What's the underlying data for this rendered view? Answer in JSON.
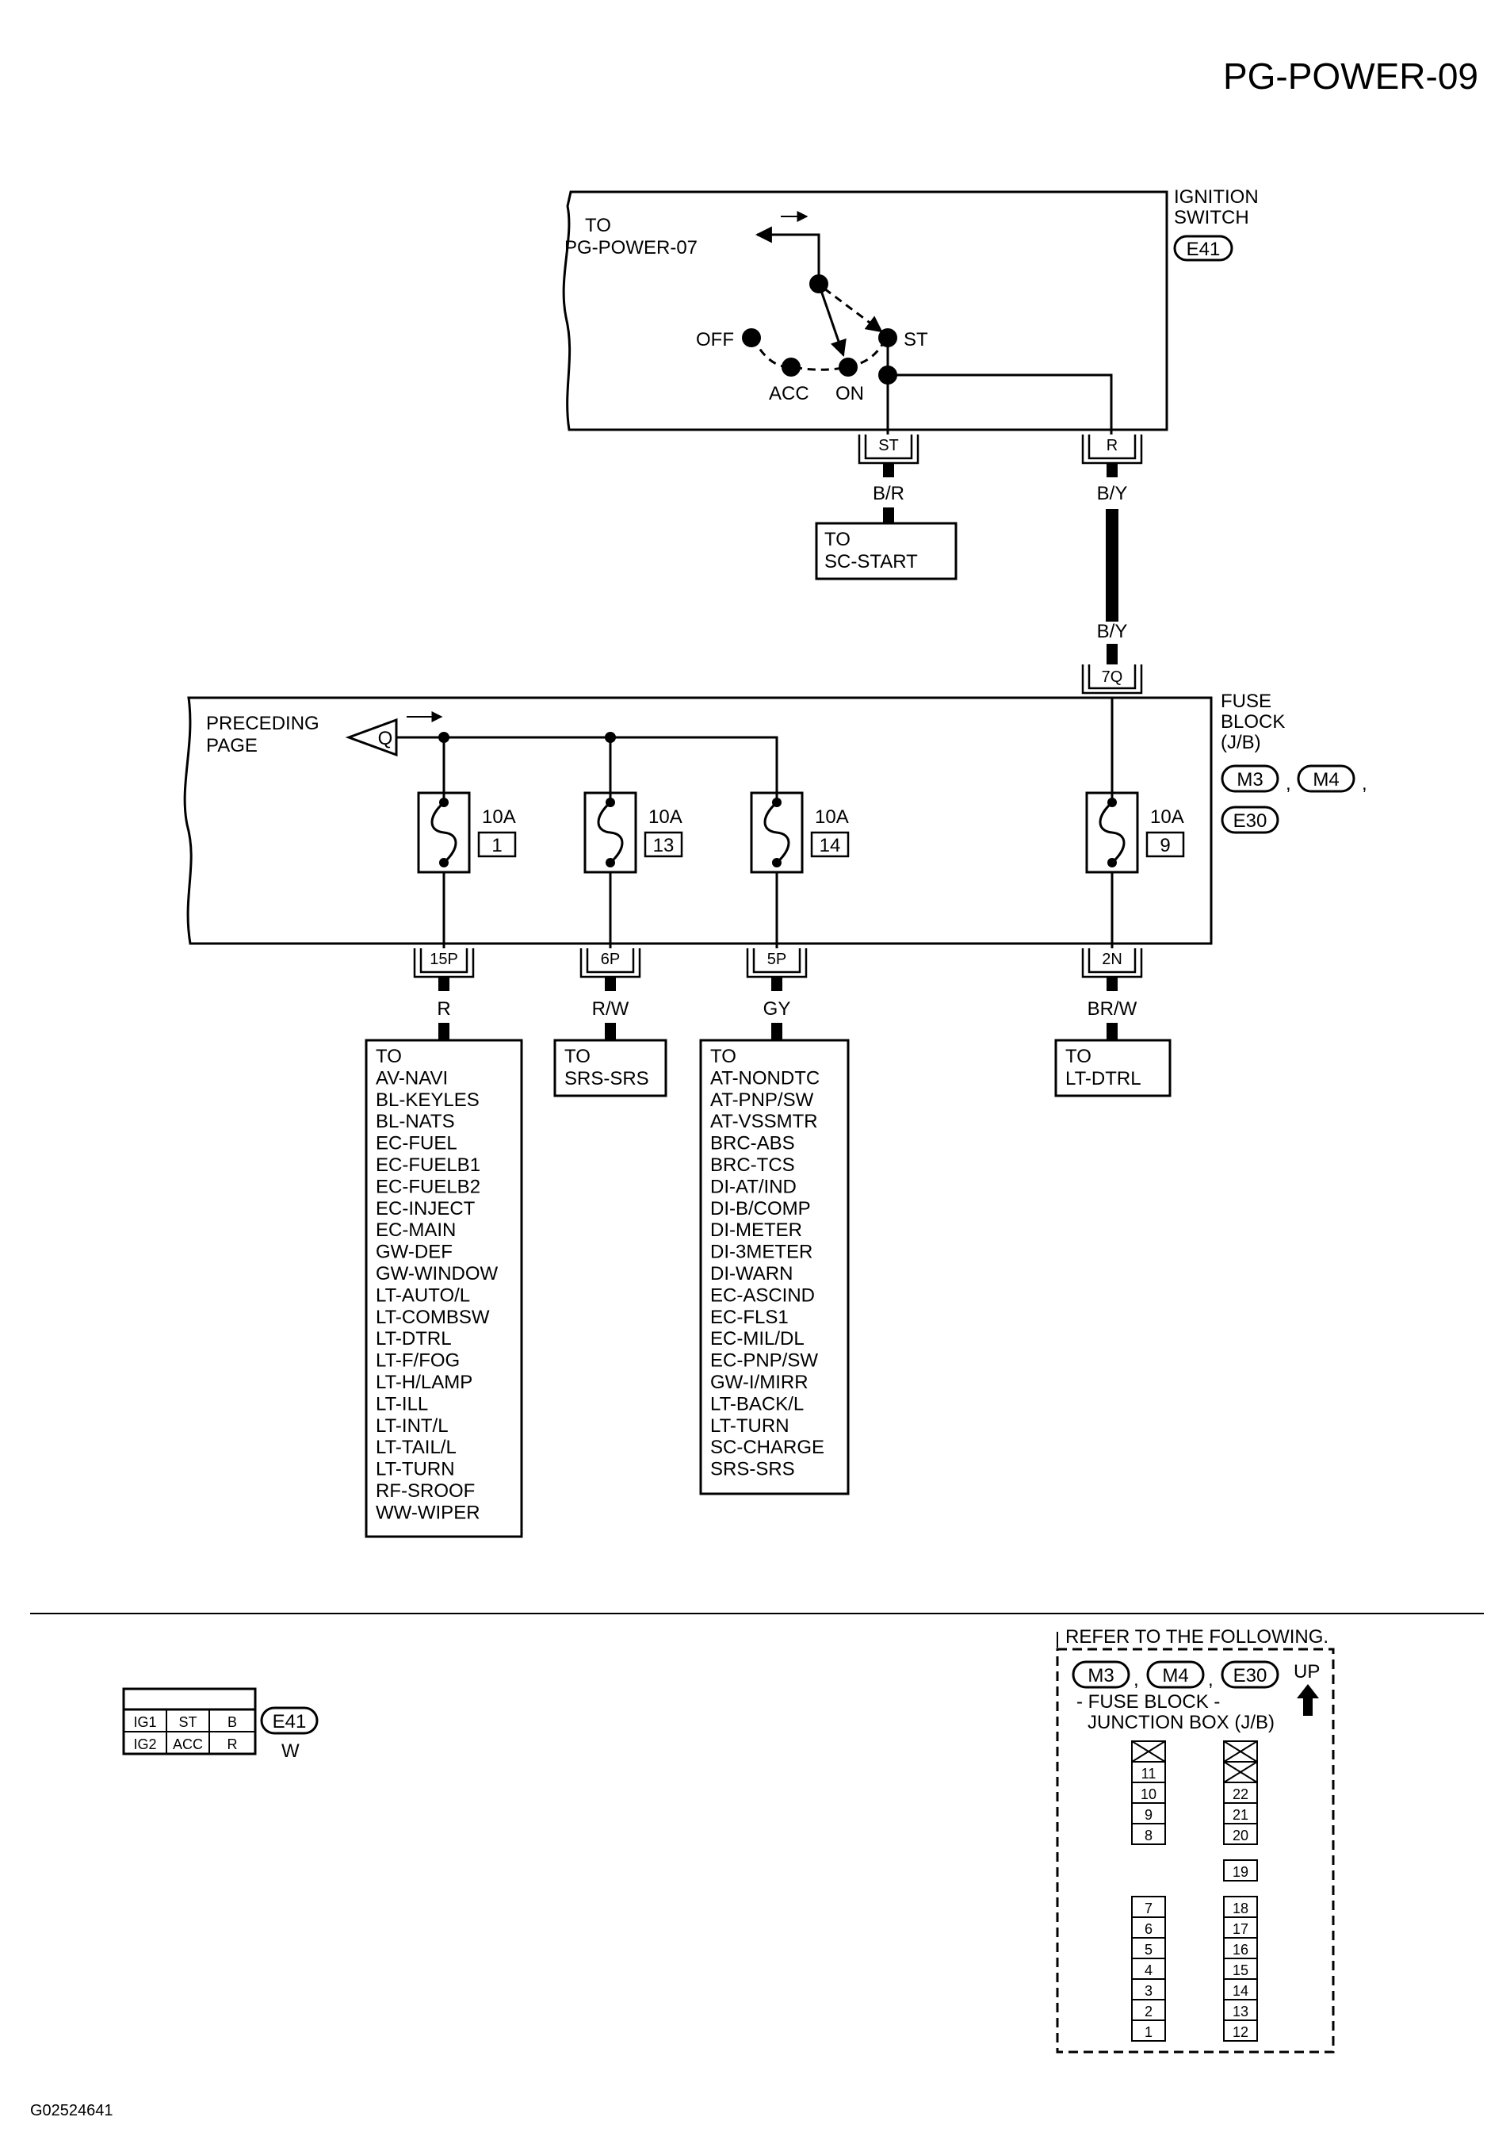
{
  "page_id": "PG-POWER-09",
  "figure_id": "G02524641",
  "ignition_switch": {
    "title_line1": "IGNITION",
    "title_line2": "SWITCH",
    "connector": "E41",
    "to_line1": "TO",
    "to_line2": "PG-POWER-07",
    "positions": [
      "OFF",
      "ACC",
      "ON",
      "ST"
    ],
    "terminal_st": "ST",
    "terminal_r": "R"
  },
  "wires": {
    "st_wire": "B/R",
    "r_wire": "B/Y",
    "r_wire_lower": "B/Y"
  },
  "to_sc_start": [
    "TO",
    "SC-START"
  ],
  "fuse_block": {
    "title": [
      "FUSE",
      "BLOCK",
      "(J/B)"
    ],
    "connectors": [
      "M3",
      "M4",
      "E30"
    ],
    "input_terminal": "7Q",
    "preceding_line1": "PRECEDING",
    "preceding_line2": "PAGE",
    "preceding_ref": "Q",
    "fuses": [
      {
        "rating": "10A",
        "number": "1",
        "terminal": "15P",
        "wire": "R"
      },
      {
        "rating": "10A",
        "number": "13",
        "terminal": "6P",
        "wire": "R/W"
      },
      {
        "rating": "10A",
        "number": "14",
        "terminal": "5P",
        "wire": "GY"
      },
      {
        "rating": "10A",
        "number": "9",
        "terminal": "2N",
        "wire": "BR/W"
      }
    ]
  },
  "destinations": {
    "fuse1": [
      "TO",
      "AV-NAVI",
      "BL-KEYLES",
      "BL-NATS",
      "EC-FUEL",
      "EC-FUELB1",
      "EC-FUELB2",
      "EC-INJECT",
      "EC-MAIN",
      "GW-DEF",
      "GW-WINDOW",
      "LT-AUTO/L",
      "LT-COMBSW",
      "LT-DTRL",
      "LT-F/FOG",
      "LT-H/LAMP",
      "LT-ILL",
      "LT-INT/L",
      "LT-TAIL/L",
      "LT-TURN",
      "RF-SROOF",
      "WW-WIPER"
    ],
    "fuse13": [
      "TO",
      "SRS-SRS"
    ],
    "fuse14": [
      "TO",
      "AT-NONDTC",
      "AT-PNP/SW",
      "AT-VSSMTR",
      "BRC-ABS",
      "BRC-TCS",
      "DI-AT/IND",
      "DI-B/COMP",
      "DI-METER",
      "DI-3METER",
      "DI-WARN",
      "EC-ASCIND",
      "EC-FLS1",
      "EC-MIL/DL",
      "EC-PNP/SW",
      "GW-I/MIRR",
      "LT-BACK/L",
      "LT-TURN",
      "SC-CHARGE",
      "SRS-SRS"
    ],
    "fuse9": [
      "TO",
      "LT-DTRL"
    ]
  },
  "connector_face": {
    "row1": [
      "IG1",
      "ST",
      "B"
    ],
    "row2": [
      "IG2",
      "ACC",
      "R"
    ],
    "connector": "E41",
    "color": "W"
  },
  "refer": {
    "title": "REFER TO THE FOLLOWING.",
    "connectors": [
      "M3",
      "M4",
      "E30"
    ],
    "up": "UP",
    "fb_line1": "- FUSE BLOCK -",
    "fb_line2": "JUNCTION BOX (J/B)",
    "left_top": [
      "11",
      "10",
      "9",
      "8"
    ],
    "left_bottom": [
      "7",
      "6",
      "5",
      "4",
      "3",
      "2",
      "1"
    ],
    "right_top": [
      "22",
      "21",
      "20"
    ],
    "right_mid": "19",
    "right_bottom": [
      "18",
      "17",
      "16",
      "15",
      "14",
      "13",
      "12"
    ]
  }
}
